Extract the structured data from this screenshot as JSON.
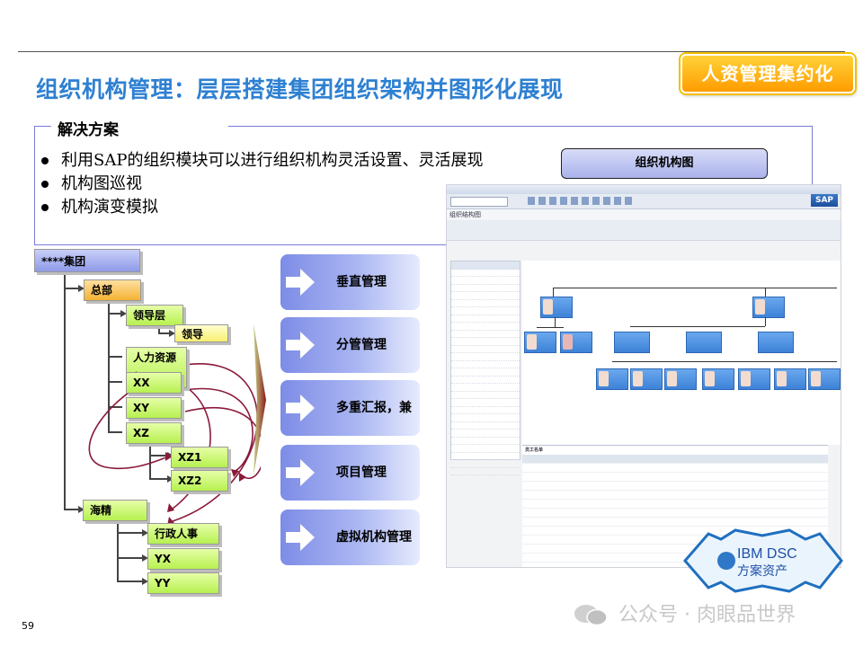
{
  "header": {
    "title": "组织机构管理：层层搭建集团组织架构并图形化展现",
    "badge": "人资管理集约化"
  },
  "solution": {
    "title": "解决方案",
    "bullets": [
      "利用SAP的组织模块可以进行组织机构灵活设置、灵活展现",
      "机构图巡视",
      "机构演变模拟"
    ]
  },
  "org_button": "组织机构图",
  "tree": {
    "root": "****集团",
    "hq": "总部",
    "leader_layer": "领导层",
    "leader": "领导",
    "hr": "人力资源部",
    "xx": "XX",
    "xy": "XY",
    "xz": "XZ",
    "xz1": "XZ1",
    "xz2": "XZ2",
    "haijing": "海精",
    "admin_hr": "行政人事",
    "yx": "YX",
    "yy": "YY"
  },
  "management": [
    "垂直管理",
    "分管管理",
    "多重汇报，兼职",
    "项目管理",
    "虚拟机构管理"
  ],
  "sap": {
    "logo": "SAP",
    "screen_title": "组织结构图",
    "table_title": "员工名单"
  },
  "ibm_stamp": {
    "line1": "IBM DSC",
    "line2": "方案资产"
  },
  "footer": {
    "watermark": "公众号 · 肉眼品世界",
    "page_number": "59"
  },
  "colors": {
    "title": "#2E80D2",
    "badge": "#FF9C00",
    "mgmt_box": "#7D8CE6"
  }
}
